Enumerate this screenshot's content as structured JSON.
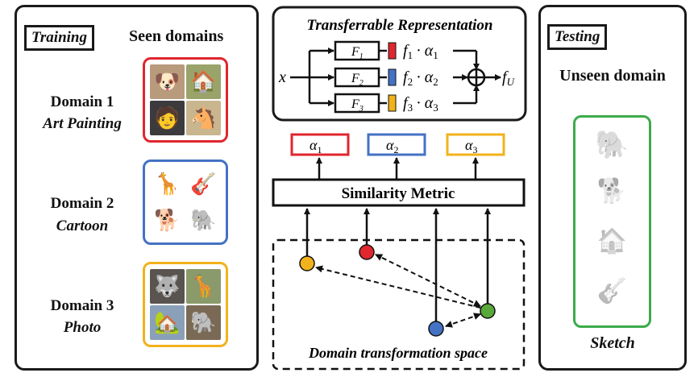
{
  "training": {
    "tag": "Training",
    "seen_domains_label": "Seen domains",
    "domains": [
      {
        "title": "Domain 1",
        "name": "Art Painting",
        "color": "#e0262e"
      },
      {
        "title": "Domain 2",
        "name": "Cartoon",
        "color": "#4472c4"
      },
      {
        "title": "Domain 3",
        "name": "Photo",
        "color": "#f2b21b"
      }
    ]
  },
  "representation": {
    "title": "Transferrable Representation",
    "input": "x",
    "output": "f",
    "output_sub": "U",
    "branches": [
      {
        "fn": "F",
        "fn_sub": "1",
        "f": "f",
        "f_sub": "1",
        "alpha": "α",
        "alpha_sub": "1",
        "color": "#e0262e"
      },
      {
        "fn": "F",
        "fn_sub": "2",
        "f": "f",
        "f_sub": "2",
        "alpha": "α",
        "alpha_sub": "2",
        "color": "#4472c4"
      },
      {
        "fn": "F",
        "fn_sub": "3",
        "f": "f",
        "f_sub": "3",
        "alpha": "α",
        "alpha_sub": "3",
        "color": "#f2b21b"
      }
    ],
    "dot": "·",
    "sum_symbol": "⊕"
  },
  "metric": {
    "label": "Similarity Metric",
    "alphas": [
      {
        "sym": "α",
        "sub": "1",
        "color": "#e0262e"
      },
      {
        "sym": "α",
        "sub": "2",
        "color": "#4472c4"
      },
      {
        "sym": "α",
        "sub": "3",
        "color": "#f2b21b"
      }
    ]
  },
  "space": {
    "label": "Domain transformation space",
    "node_colors": {
      "yellow": "#f2b21b",
      "red": "#e0262e",
      "green": "#58a83a",
      "blue": "#4472c4"
    }
  },
  "testing": {
    "tag": "Testing",
    "unseen_label": "Unseen domain",
    "sketch_label": "Sketch",
    "frame_color": "#3cab4a"
  }
}
